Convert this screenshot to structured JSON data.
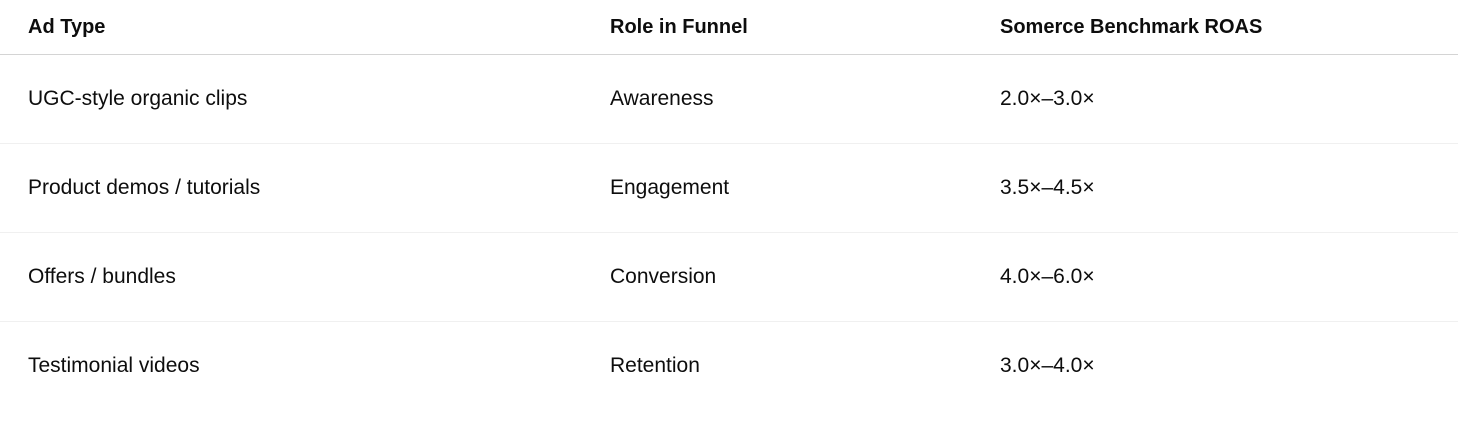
{
  "table": {
    "headers": [
      "Ad Type",
      "Role in Funnel",
      "Somerce Benchmark ROAS"
    ],
    "rows": [
      {
        "ad_type": "UGC-style organic clips",
        "role": "Awareness",
        "roas": "2.0×–3.0×"
      },
      {
        "ad_type": "Product demos / tutorials",
        "role": "Engagement",
        "roas": "3.5×–4.5×"
      },
      {
        "ad_type": "Offers / bundles",
        "role": "Conversion",
        "roas": "4.0×–6.0×"
      },
      {
        "ad_type": "Testimonial videos",
        "role": "Retention",
        "roas": "3.0×–4.0×"
      }
    ],
    "colors": {
      "text": "#0d0d0d",
      "background": "#ffffff",
      "header_divider": "#d4d4d4",
      "row_divider": "#f0f0f0"
    }
  },
  "chart_data": {
    "type": "table",
    "title": "",
    "columns": [
      "Ad Type",
      "Role in Funnel",
      "Somerce Benchmark ROAS"
    ],
    "cells": [
      [
        "UGC-style organic clips",
        "Awareness",
        "2.0×–3.0×"
      ],
      [
        "Product demos / tutorials",
        "Engagement",
        "3.5×–4.5×"
      ],
      [
        "Offers / bundles",
        "Conversion",
        "4.0×–6.0×"
      ],
      [
        "Testimonial videos",
        "Retention",
        "3.0×–4.0×"
      ]
    ]
  }
}
